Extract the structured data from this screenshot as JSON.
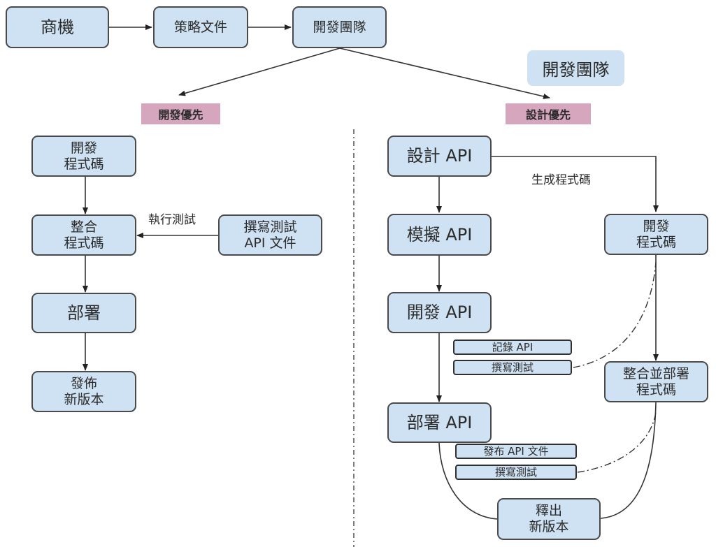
{
  "colors": {
    "node_fill": "#cfe2f3",
    "node_border": "#4a4a4a",
    "tag_fill": "#d5a6bd",
    "line": "#333333"
  },
  "top_flow": {
    "opportunity": "商機",
    "strategy_doc": "策略文件",
    "dev_team": "開發團隊"
  },
  "team_label": "開發團隊",
  "branches": {
    "left_tag": "開發優先",
    "right_tag": "設計優先"
  },
  "code_first": {
    "develop_code": "開發\n程式碼",
    "integrate_code": "整合\n程式碼",
    "deploy": "部署",
    "release": "發佈\n新版本",
    "write_tests": "撰寫測試\nAPI 文件",
    "run_tests_label": "執行測試"
  },
  "design_first": {
    "design_api": "設計 API",
    "mock_api": "模擬 API",
    "develop_api": "開發 API",
    "deploy_api": "部署 API",
    "generate_code_label": "生成程式碼",
    "develop_code": "開發\n程式碼",
    "integrate_deploy": "整合並部署\n程式碼",
    "release": "釋出\n新版本",
    "sub_document_api": "記錄 API",
    "sub_write_tests_1": "撰寫測試",
    "sub_publish_docs": "發布 API 文件",
    "sub_write_tests_2": "撰寫測試"
  }
}
